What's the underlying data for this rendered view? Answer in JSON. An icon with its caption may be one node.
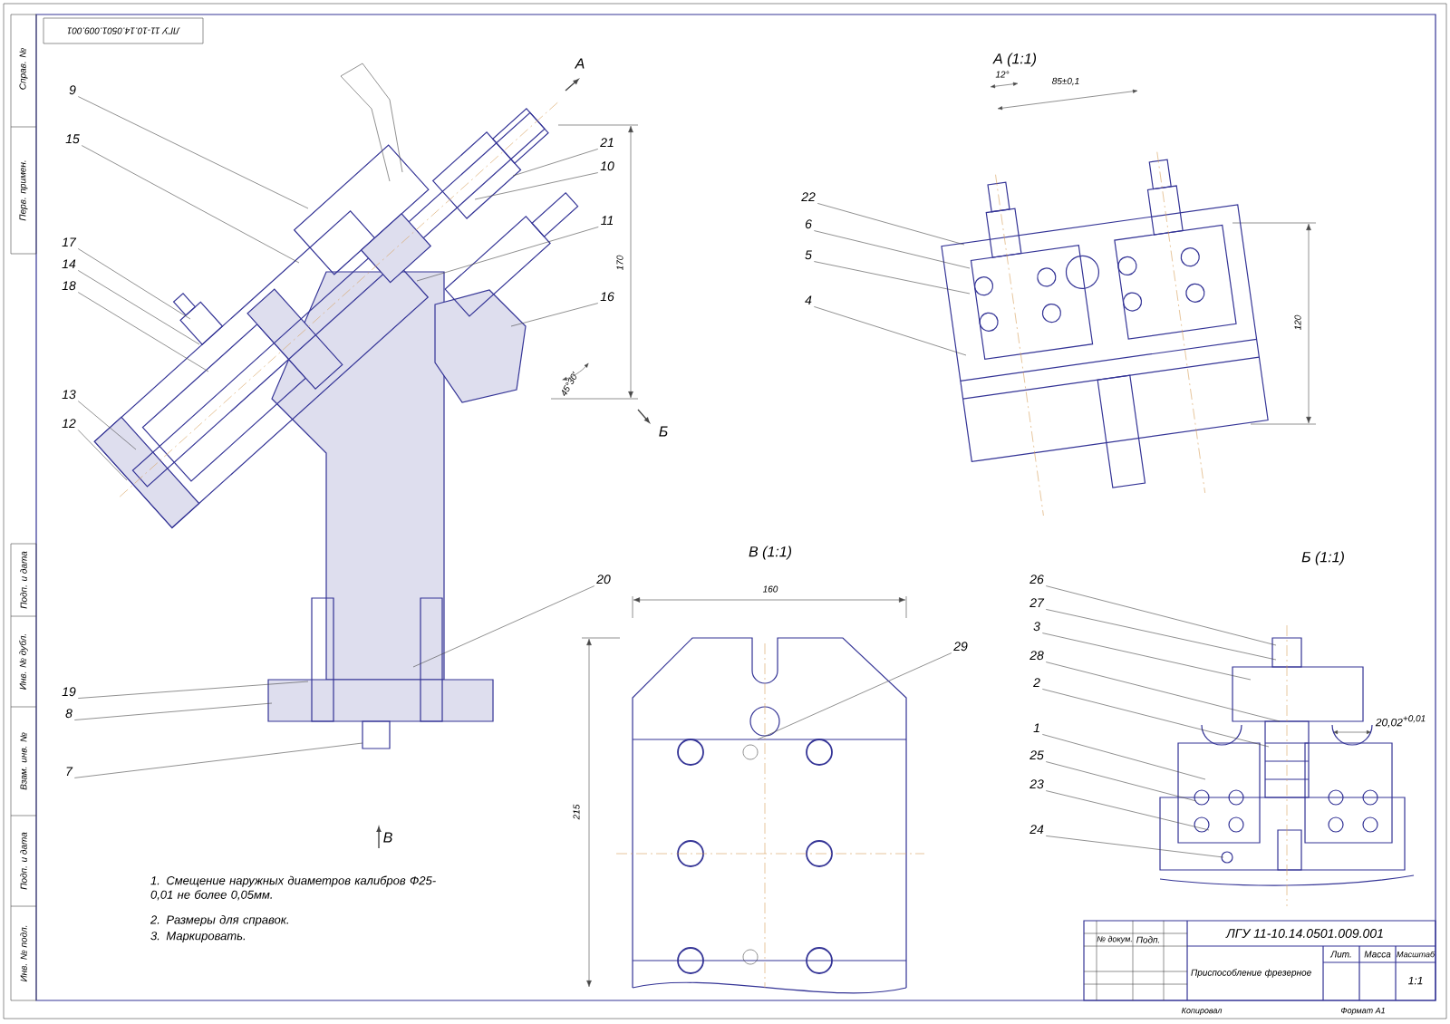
{
  "diagram": {
    "nodes": [
      {
        "text": [
          "9"
        ]
      },
      {
        "text": [
          "15"
        ]
      },
      {
        "text": [
          "17"
        ]
      },
      {
        "text": [
          "14"
        ]
      },
      {
        "text": [
          "18"
        ]
      },
      {
        "text": [
          "13"
        ]
      },
      {
        "text": [
          "12"
        ]
      },
      {
        "text": [
          "21"
        ]
      },
      {
        "text": [
          "10"
        ]
      },
      {
        "text": [
          "11"
        ]
      },
      {
        "text": [
          "16"
        ]
      },
      {
        "text": [
          "20"
        ]
      },
      {
        "text": [
          "19"
        ]
      },
      {
        "text": [
          "8"
        ]
      },
      {
        "text": [
          "7"
        ]
      },
      {
        "text": [
          "22"
        ]
      },
      {
        "text": [
          "6"
        ]
      },
      {
        "text": [
          "5"
        ]
      },
      {
        "text": [
          "4"
        ]
      },
      {
        "text": [
          "29"
        ]
      },
      {
        "text": [
          "26"
        ]
      },
      {
        "text": [
          "27"
        ]
      },
      {
        "text": [
          "3"
        ]
      },
      {
        "text": [
          "28"
        ]
      },
      {
        "text": [
          "2"
        ]
      },
      {
        "text": [
          "1"
        ]
      },
      {
        "text": [
          "25"
        ]
      },
      {
        "text": [
          "23"
        ]
      },
      {
        "text": [
          "24"
        ]
      },
      {
        "text": [],
        "shape": "picture"
      },
      {
        "text": [],
        "shape": "picture"
      },
      {
        "text": [],
        "shape": "picture"
      },
      {
        "text": [],
        "shape": "picture"
      }
    ],
    "edges": [
      {
        "from": 0,
        "to": 29,
        "arrow": "none"
      },
      {
        "from": 1,
        "to": 29,
        "arrow": "none"
      },
      {
        "from": 2,
        "to": 29,
        "arrow": "none"
      },
      {
        "from": 3,
        "to": 29,
        "arrow": "none"
      },
      {
        "from": 4,
        "to": 29,
        "arrow": "none"
      },
      {
        "from": 5,
        "to": 29,
        "arrow": "none"
      },
      {
        "from": 6,
        "to": 29,
        "arrow": "none"
      },
      {
        "from": 7,
        "to": 29,
        "arrow": "none"
      },
      {
        "from": 8,
        "to": 29,
        "arrow": "none"
      },
      {
        "from": 9,
        "to": 29,
        "arrow": "none"
      },
      {
        "from": 10,
        "to": 29,
        "arrow": "none"
      },
      {
        "from": 11,
        "to": 29,
        "arrow": "none"
      },
      {
        "from": 12,
        "to": 29,
        "arrow": "none"
      },
      {
        "from": 13,
        "to": 29,
        "arrow": "none"
      },
      {
        "from": 14,
        "to": 29,
        "arrow": "none"
      },
      {
        "from": 15,
        "to": 30,
        "arrow": "none"
      },
      {
        "from": 16,
        "to": 30,
        "arrow": "none"
      },
      {
        "from": 17,
        "to": 30,
        "arrow": "none"
      },
      {
        "from": 18,
        "to": 30,
        "arrow": "none"
      },
      {
        "from": 19,
        "to": 31,
        "arrow": "none"
      },
      {
        "from": 20,
        "to": 32,
        "arrow": "none"
      },
      {
        "from": 21,
        "to": 32,
        "arrow": "none"
      },
      {
        "from": 22,
        "to": 32,
        "arrow": "none"
      },
      {
        "from": 23,
        "to": 32,
        "arrow": "none"
      },
      {
        "from": 24,
        "to": 32,
        "arrow": "none"
      },
      {
        "from": 25,
        "to": 32,
        "arrow": "none"
      },
      {
        "from": 26,
        "to": 32,
        "arrow": "none"
      },
      {
        "from": 27,
        "to": 32,
        "arrow": "none"
      },
      {
        "from": 28,
        "to": 32,
        "arrow": "none"
      }
    ],
    "labels": [
      "ЛГУ 11-10.14.0501.009.001",
      "А",
      "Б",
      "В",
      "170",
      "45°30'",
      "А (1:1)",
      "12°",
      "85±0,1",
      "120",
      "В (1:1)",
      "160",
      "215",
      "Б (1:1)",
      "20,02$^{+0,01}$",
      "1. Смещение наружных диаметров калибров Ф25-0,01 не более 0,05мм.",
      "2. Размеры для справок.",
      "3. Маркировать.",
      "ЛГУ 11-10.14.0501.009.001",
      "Приспособление фрезерное",
      "Лит.",
      "Масса",
      "Масштаб",
      "1:1",
      "№ докум.",
      "Подп.",
      "Копировал",
      "Формат А1",
      "Перв. примен.",
      "Справ. №",
      "Подп. и дата",
      "Инв. № дубл.",
      "Взам. инв. №",
      "Подп. и дата",
      "Инв. № подл."
    ]
  }
}
